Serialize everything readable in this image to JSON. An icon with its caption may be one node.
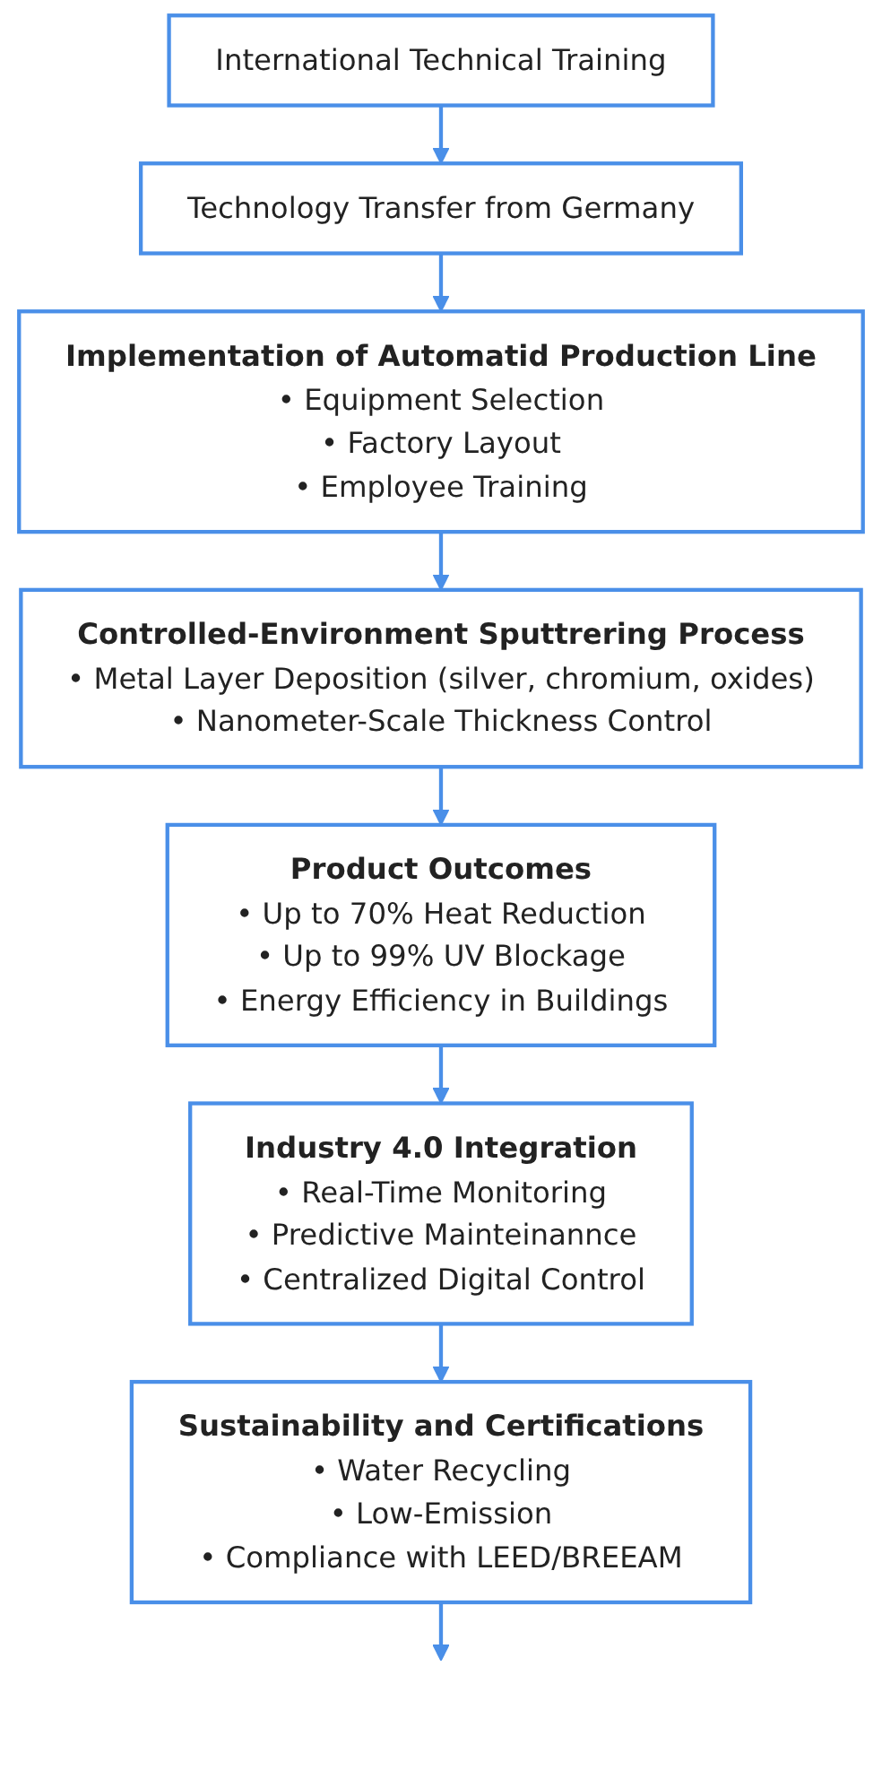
{
  "diagram": {
    "nodes": [
      {
        "text": [
          "International Technical Training"
        ]
      },
      {
        "text": [
          "Technology Transfer from Germany"
        ]
      },
      {
        "text": [
          "Implementation of Automatid Production Line",
          "• Equipment Selection",
          "• Factory Layout",
          "• Employee Training"
        ]
      },
      {
        "text": [
          "Controlled-Environment Sputtrering Process",
          "• Metal Layer Deposition (silver, chromium, oxides)",
          "• Nanometer-Scale Thickness Control"
        ]
      },
      {
        "text": [
          "Product Outcomes",
          "• Up to 70% Heat Reduction",
          "• Up to 99% UV Blockage",
          "• Energy Efficiency in Buildings"
        ]
      },
      {
        "text": [
          "Industry 4.0 Integration",
          "• Real-Time Monitoring",
          "• Predictive Mainteinannce",
          "• Centralized Digital Control"
        ]
      },
      {
        "text": [
          "Sustainability and Certifications",
          "• Water Recycling",
          "• Low-Emission",
          "• Compliance with LEED/BREEAM"
        ]
      }
    ],
    "edges": [
      {
        "from": 0,
        "to": 1,
        "arrow": "to"
      },
      {
        "from": 1,
        "to": 2,
        "arrow": "to"
      },
      {
        "from": 2,
        "to": 3,
        "arrow": "to"
      },
      {
        "from": 3,
        "to": 4,
        "arrow": "to"
      },
      {
        "from": 4,
        "to": 5,
        "arrow": "to"
      },
      {
        "from": 5,
        "to": 6,
        "arrow": "to"
      },
      {
        "from": 6,
        "to": null,
        "arrow": "to"
      }
    ]
  }
}
